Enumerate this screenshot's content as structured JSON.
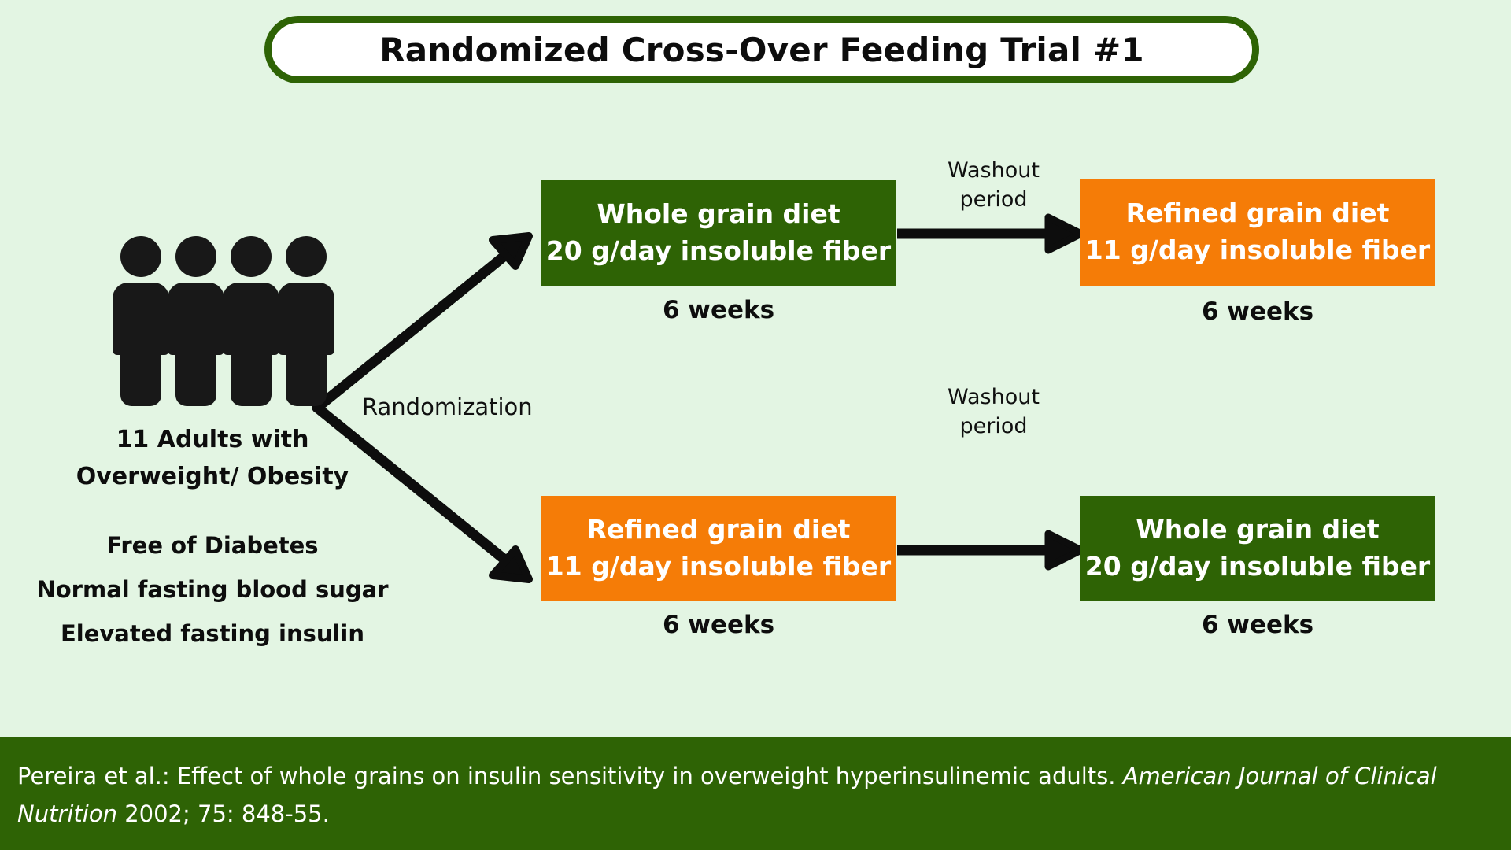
{
  "colors": {
    "background": "#e3f5e3",
    "dark_green": "#2e6305",
    "orange": "#f57c07",
    "white": "#ffffff",
    "black": "#181818"
  },
  "header": {
    "title": "Randomized Cross-Over Feeding Trial #1"
  },
  "cohort": {
    "icon": "four-people-icon",
    "label_line1": "11 Adults with",
    "label_line2": "Overweight/ Obesity",
    "criteria": [
      "Free of Diabetes",
      "Normal fasting blood sugar",
      "Elevated fasting insulin"
    ]
  },
  "randomization": {
    "label": "Randomization"
  },
  "arms": [
    {
      "id": "arm-top",
      "period1": {
        "diet": "Whole grain diet",
        "fiber": "20 g/day insoluble fiber",
        "duration": "6 weeks",
        "color": "green"
      },
      "washout": {
        "line1": "Washout",
        "line2": "period"
      },
      "period2": {
        "diet": "Refined grain diet",
        "fiber": "11 g/day insoluble fiber",
        "duration": "6 weeks",
        "color": "orange"
      }
    },
    {
      "id": "arm-bottom",
      "period1": {
        "diet": "Refined grain diet",
        "fiber": "11 g/day insoluble fiber",
        "duration": "6 weeks",
        "color": "orange"
      },
      "washout": {
        "line1": "Washout",
        "line2": "period"
      },
      "period2": {
        "diet": "Whole grain diet",
        "fiber": "20 g/day insoluble fiber",
        "duration": "6 weeks",
        "color": "green"
      }
    }
  ],
  "citation": {
    "part1": "Pereira et al.:  Effect of whole grains on insulin sensitivity in overweight hyperinsulinemic adults. ",
    "journal": "American Journal of Clinical Nutrition",
    "part2": " 2002; 75: 848-55."
  }
}
